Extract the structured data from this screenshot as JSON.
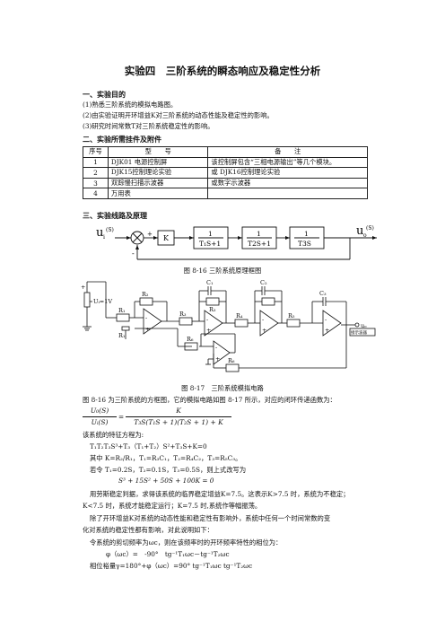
{
  "doc": {
    "title": "实验四　三阶系统的瞬态响应及稳定性分析",
    "sec1": "一、实验目的",
    "obj": [
      "(1)熟悉三阶系统的模拟电路图。",
      "(2)由实验证明开环增益K对三阶系统的动态性能及稳定性的影响。",
      "(3)研究时间常数T对三阶系统稳定性的影响。"
    ],
    "sec2": "二、实验所需挂件及附件",
    "table": {
      "headers": [
        "序号",
        "型　　号",
        "备　　注"
      ],
      "rows": [
        [
          "1",
          "DJK01 电源控制屏",
          "该控制屏包含“三相电源输出”等几个模块。"
        ],
        [
          "2",
          "DJK15控制理论实验",
          "或 DJK16控制理论实验"
        ],
        [
          "3",
          "双踪慢扫描示波器",
          "或数字示波器"
        ],
        [
          "4",
          "万用表",
          ""
        ]
      ]
    },
    "sec3": "三、实验线路及原理",
    "block": {
      "ui": "u",
      "ui_sub": "i",
      "ui_s": "(S)",
      "uo": "u",
      "uo_sub": "o",
      "uo_s": "(S)",
      "k": "K",
      "one": "1",
      "g1": "T₁S+1",
      "g2": "T2S+1",
      "g3": "T3S"
    },
    "fig16": "图 8-16  三阶系统原理框图",
    "circuit": {
      "plus": "+",
      "ui": "Uᵢ=1V",
      "r1": "R₁",
      "r1b": "R₁",
      "r2": "R₂",
      "r3": "R₃",
      "r3b": "R₃",
      "r4": "R₄",
      "r5": "R₅",
      "r6": "R₆",
      "r6b": "R₆",
      "c1": "C₁",
      "c2": "C₂",
      "c3": "C₃",
      "uo": "uₒ",
      "scope": "接示波器"
    },
    "fig17": "图 8-17　三阶系统模拟电路",
    "para1": "图 8-16 为三阶系统的方框图，它的模拟电路如图 8-17 所示，对应的闭环传递函数为：",
    "tf_lhs_num": "U₀(S)",
    "tf_lhs_den": "Uᵢ(S)",
    "tf_rhs_num": "K",
    "tf_rhs_den": "T₃S(T₁S + 1)(T₂S + 1) + K",
    "char_intro": "该系统的特征方程为:",
    "char_eq": "T₁T₂T₃S³+T₃（T₁+T₂）S²+T₃S+K=0",
    "where": "其中 K=R₂/R₁，T₁=R₃C₁，T₂=R₄C₂，T₃=R₅C₃。",
    "ifline": "若令 T₁=0.2S，T₂=0.1S，T₃=0.5S，则上式改写为",
    "poly": "S³ + 15S² + 50S + 100K = 0",
    "routh1": "用劳斯稳定判据，求得该系统的临界稳定增益K=7.5。这表示K>7.5 时，系统为不稳定；",
    "routh2": "K<7.5 时，系统才能稳定运行；K=7.5 时,系统作等幅振荡。",
    "freq1": "除了开环增益K对系统的动态性能和稳定性有影响外，系统中任何一个时间常数的变",
    "freq2": "化对系统的稳定性都有影响，对此说明如下：",
    "wc": "令系统的剪切频率为ωc，则在该频率时的开环频率特性的相位为：",
    "phi": "φ（ωc）=　-90°　tg⁻¹T₁ωc－tg⁻¹T₂ωc",
    "pm": "相位裕量γ=180°+φ（ωc）=90°  tg⁻¹T₁ωc  tg⁻¹T₂ωc"
  }
}
